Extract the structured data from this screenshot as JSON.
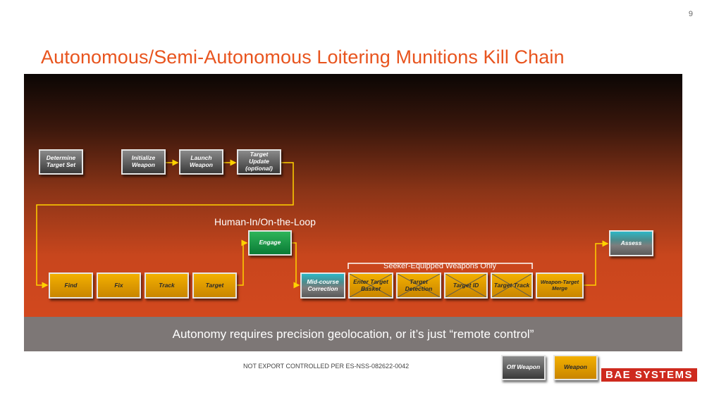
{
  "page_number": "9",
  "title": "Autonomous/Semi-Autonomous Loitering Munitions Kill Chain",
  "top_row": {
    "determine": "Determine Target Set",
    "initialize": "Initialize Weapon",
    "launch": "Launch Weapon",
    "target_update": "Target Update (optional)"
  },
  "human_loop_label": "Human-In/On-the-Loop",
  "engage": "Engage",
  "assess": "Assess",
  "bottom_row": {
    "find": "Find",
    "fix": "Fix",
    "track": "Track",
    "target": "Target"
  },
  "seeker_label": "Seeker-Equipped Weapons Only",
  "weapon_row": {
    "midcourse": "Mid-course Correction",
    "enter_basket": "Enter Target Basket",
    "detection": "Target Detection",
    "target_id": "Target ID",
    "target_track": "Target Track",
    "merge": "Weapon-Target Merge"
  },
  "banner": "Autonomy requires precision geolocation, or it’s just “remote control”",
  "footer": "NOT EXPORT CONTROLLED PER ES-NSS-082622-0042",
  "legend": {
    "off_weapon": "Off Weapon",
    "weapon": "Weapon"
  },
  "logo": "BAE SYSTEMS",
  "colors": {
    "title": "#e8541e",
    "connector": "#ffd200",
    "gold_box": "#e09c00",
    "gray_box": "#5a5a5a",
    "engage_green": "#1a9a48",
    "banner": "#7d7776",
    "logo_red": "#ce2a1e"
  }
}
